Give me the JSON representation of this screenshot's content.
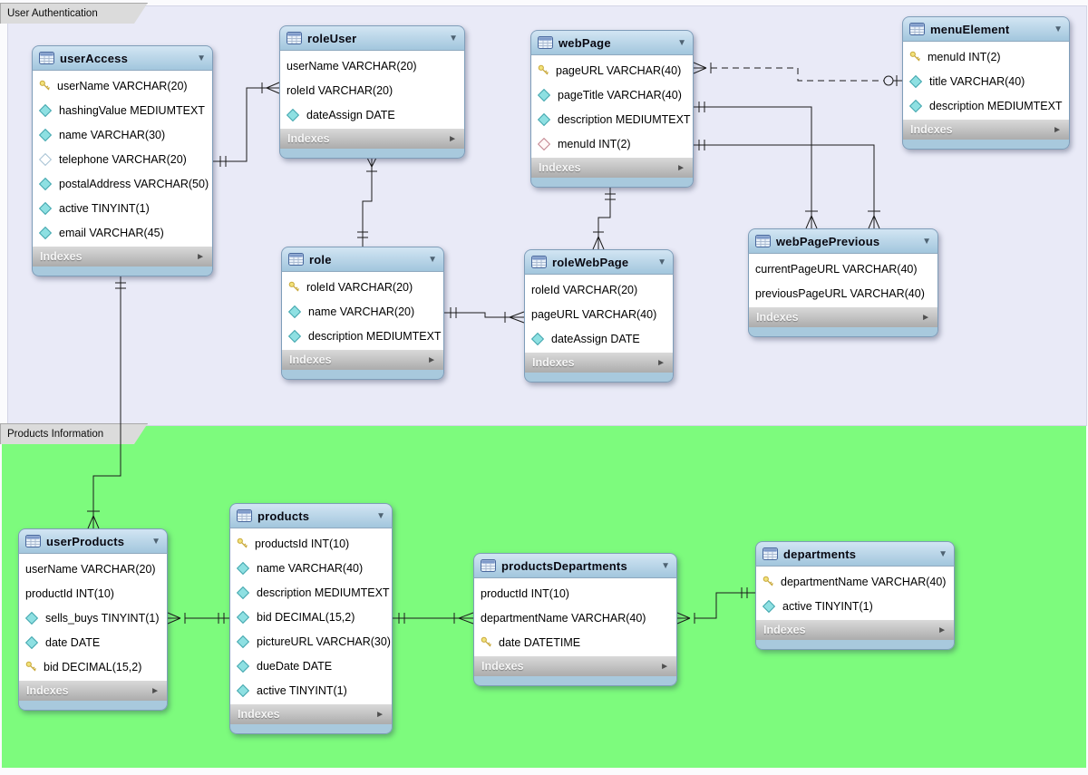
{
  "diagram": {
    "tool_hint": "EER diagram",
    "indexes_label": "Indexes",
    "colors": {
      "section_user_authentication": "#E9EAF7",
      "section_products_information": "#7DFB7D",
      "table_header": "#A2C6DD",
      "table_footer": "#ACACAC",
      "key_icon": "#F2E27A",
      "attribute_icon": "#8EE0E2"
    },
    "sections": [
      {
        "label": "User Authentication"
      },
      {
        "label": "Products Information"
      }
    ],
    "tables": [
      {
        "name": "userAccess",
        "fields": [
          {
            "icon": "key",
            "text": "userName VARCHAR(20)"
          },
          {
            "icon": "diam",
            "text": "hashingValue MEDIUMTEXT"
          },
          {
            "icon": "diam",
            "text": "name VARCHAR(30)"
          },
          {
            "icon": "diam_hollow",
            "text": "telephone VARCHAR(20)"
          },
          {
            "icon": "diam",
            "text": "postalAddress VARCHAR(50)"
          },
          {
            "icon": "diam",
            "text": "active TINYINT(1)"
          },
          {
            "icon": "diam",
            "text": "email VARCHAR(45)"
          }
        ]
      },
      {
        "name": "roleUser",
        "fields": [
          {
            "icon": "none",
            "text": "userName VARCHAR(20)"
          },
          {
            "icon": "none",
            "text": "roleId VARCHAR(20)"
          },
          {
            "icon": "diam",
            "text": "dateAssign DATE"
          }
        ]
      },
      {
        "name": "webPage",
        "fields": [
          {
            "icon": "key",
            "text": "pageURL VARCHAR(40)"
          },
          {
            "icon": "diam",
            "text": "pageTitle VARCHAR(40)"
          },
          {
            "icon": "diam",
            "text": "description MEDIUMTEXT"
          },
          {
            "icon": "diam_red",
            "text": "menuId INT(2)"
          }
        ]
      },
      {
        "name": "menuElement",
        "fields": [
          {
            "icon": "key",
            "text": "menuId INT(2)"
          },
          {
            "icon": "diam",
            "text": "title VARCHAR(40)"
          },
          {
            "icon": "diam",
            "text": "description MEDIUMTEXT"
          }
        ]
      },
      {
        "name": "role",
        "fields": [
          {
            "icon": "key",
            "text": "roleId VARCHAR(20)"
          },
          {
            "icon": "diam",
            "text": "name VARCHAR(20)"
          },
          {
            "icon": "diam",
            "text": "description MEDIUMTEXT"
          }
        ]
      },
      {
        "name": "roleWebPage",
        "fields": [
          {
            "icon": "none",
            "text": "roleId VARCHAR(20)"
          },
          {
            "icon": "none",
            "text": "pageURL VARCHAR(40)"
          },
          {
            "icon": "diam",
            "text": "dateAssign DATE"
          }
        ]
      },
      {
        "name": "webPagePrevious",
        "fields": [
          {
            "icon": "none",
            "text": "currentPageURL VARCHAR(40)"
          },
          {
            "icon": "none",
            "text": "previousPageURL VARCHAR(40)"
          }
        ]
      },
      {
        "name": "userProducts",
        "fields": [
          {
            "icon": "none",
            "text": "userName VARCHAR(20)"
          },
          {
            "icon": "none",
            "text": "productId INT(10)"
          },
          {
            "icon": "diam",
            "text": "sells_buys TINYINT(1)"
          },
          {
            "icon": "diam",
            "text": "date DATE"
          },
          {
            "icon": "key",
            "text": "bid DECIMAL(15,2)"
          }
        ]
      },
      {
        "name": "products",
        "fields": [
          {
            "icon": "key",
            "text": "productsId INT(10)"
          },
          {
            "icon": "diam",
            "text": "name VARCHAR(40)"
          },
          {
            "icon": "diam",
            "text": "description MEDIUMTEXT"
          },
          {
            "icon": "diam",
            "text": "bid DECIMAL(15,2)"
          },
          {
            "icon": "diam",
            "text": "pictureURL VARCHAR(30)"
          },
          {
            "icon": "diam",
            "text": "dueDate DATE"
          },
          {
            "icon": "diam",
            "text": "active TINYINT(1)"
          }
        ]
      },
      {
        "name": "productsDepartments",
        "fields": [
          {
            "icon": "none",
            "text": "productId INT(10)"
          },
          {
            "icon": "none",
            "text": "departmentName VARCHAR(40)"
          },
          {
            "icon": "key",
            "text": "date DATETIME"
          }
        ]
      },
      {
        "name": "departments",
        "fields": [
          {
            "icon": "key",
            "text": "departmentName VARCHAR(40)"
          },
          {
            "icon": "diam",
            "text": "active TINYINT(1)"
          }
        ]
      }
    ],
    "relationships": [
      {
        "one_side": "userAccess",
        "many_side": "roleUser",
        "line": "solid"
      },
      {
        "one_side": "role",
        "many_side": "roleUser",
        "line": "solid"
      },
      {
        "one_side": "menuElement",
        "many_side": "webPage",
        "line": "dashed",
        "one_optional": true
      },
      {
        "one_side": "webPage",
        "many_side": "webPagePrevious",
        "line": "solid"
      },
      {
        "one_side": "webPage",
        "many_side": "webPagePrevious",
        "line": "solid"
      },
      {
        "one_side": "webPage",
        "many_side": "roleWebPage",
        "line": "solid"
      },
      {
        "one_side": "role",
        "many_side": "roleWebPage",
        "line": "solid"
      },
      {
        "one_side": "userAccess",
        "many_side": "userProducts",
        "line": "solid"
      },
      {
        "one_side": "products",
        "many_side": "userProducts",
        "line": "solid"
      },
      {
        "one_side": "products",
        "many_side": "productsDepartments",
        "line": "solid"
      },
      {
        "one_side": "departments",
        "many_side": "productsDepartments",
        "line": "solid"
      }
    ]
  }
}
